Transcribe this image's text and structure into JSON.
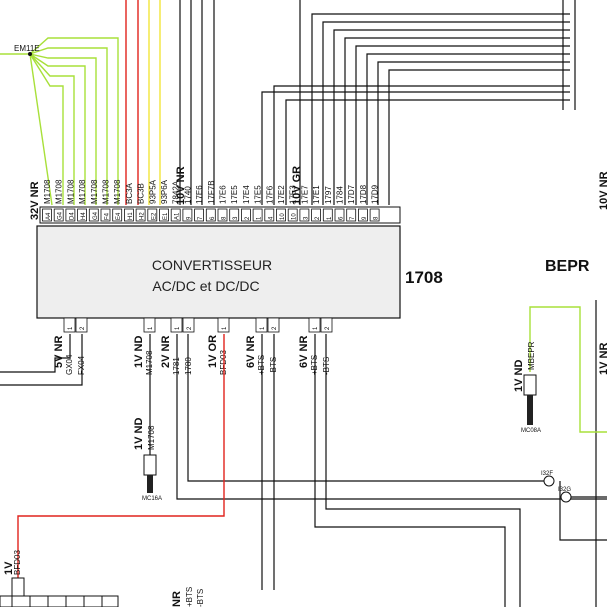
{
  "module": {
    "title": "CONVERTISSEUR",
    "subtitle": "AC/DC et DC/DC",
    "ref": "1708"
  },
  "right_label": "BEPR",
  "top_left_label": "EM11E",
  "top_connector": {
    "label": "32V NR",
    "pins": [
      "A4",
      "G4",
      "D4",
      "H4",
      "G4",
      "F4",
      "E4",
      "H1",
      "H2",
      "E2",
      "E1",
      "A1",
      "9",
      "7",
      "6",
      "8",
      "3",
      "2",
      "1",
      "4",
      "10",
      "10",
      "3",
      "2",
      "1",
      "6",
      "7",
      "9",
      "8"
    ],
    "wires": [
      "M1708",
      "M1708",
      "M1708",
      "M1708",
      "M1708",
      "M1708",
      "M1708",
      "BC3A",
      "BC3B",
      "93P5A",
      "93P6A",
      "7842A",
      "1740",
      "17E6",
      "17F7B",
      "17E6",
      "17E5",
      "17E4",
      "17E5",
      "17F6",
      "17E2",
      "17E3",
      "17E7",
      "17E1",
      "1797",
      "1784",
      "17D7",
      "17D8",
      "17D9"
    ],
    "sub_label_1": "10V NR",
    "sub_label_2": "10V GR"
  },
  "bottom_connectors": [
    {
      "label": "5V NR",
      "pins": [
        "1",
        "2"
      ],
      "wires": [
        "GX04",
        "FX04"
      ]
    },
    {
      "label": "1V ND",
      "pins": [
        "1"
      ],
      "wires": [
        "M1708"
      ]
    },
    {
      "label": "2V NR",
      "pins": [
        "1",
        "2"
      ],
      "wires": [
        "1781",
        "1780"
      ]
    },
    {
      "label": "1V OR",
      "pins": [
        "1"
      ],
      "wires": [
        "BFD03"
      ]
    },
    {
      "label": "6V NR",
      "pins": [
        "1",
        "2"
      ],
      "wires": [
        "+BTS",
        "-BTS"
      ]
    },
    {
      "label": "6V NR",
      "pins": [
        "1",
        "2"
      ],
      "wires": [
        "+BTS",
        "-BTS"
      ]
    }
  ],
  "sub_connectors": [
    {
      "label": "1V ND",
      "wire": "M1708",
      "tag": "MC16A"
    },
    {
      "label": "1V ND",
      "wire": "MBEPR",
      "tag": "MC08A"
    },
    {
      "label": "1V",
      "wire": "BFD03"
    },
    {
      "label": "NR",
      "wires": [
        "+BTS",
        "-BTS"
      ]
    }
  ],
  "small_tags": [
    "I32F",
    "I32G"
  ],
  "right_edge_label": "10V NR",
  "right_edge_label_2": "1V NR",
  "colors": {
    "red": "#e0231d",
    "yellow": "#f3e53a",
    "green": "#a8e03a",
    "black": "#111111",
    "module_fill": "#eeeeee"
  }
}
